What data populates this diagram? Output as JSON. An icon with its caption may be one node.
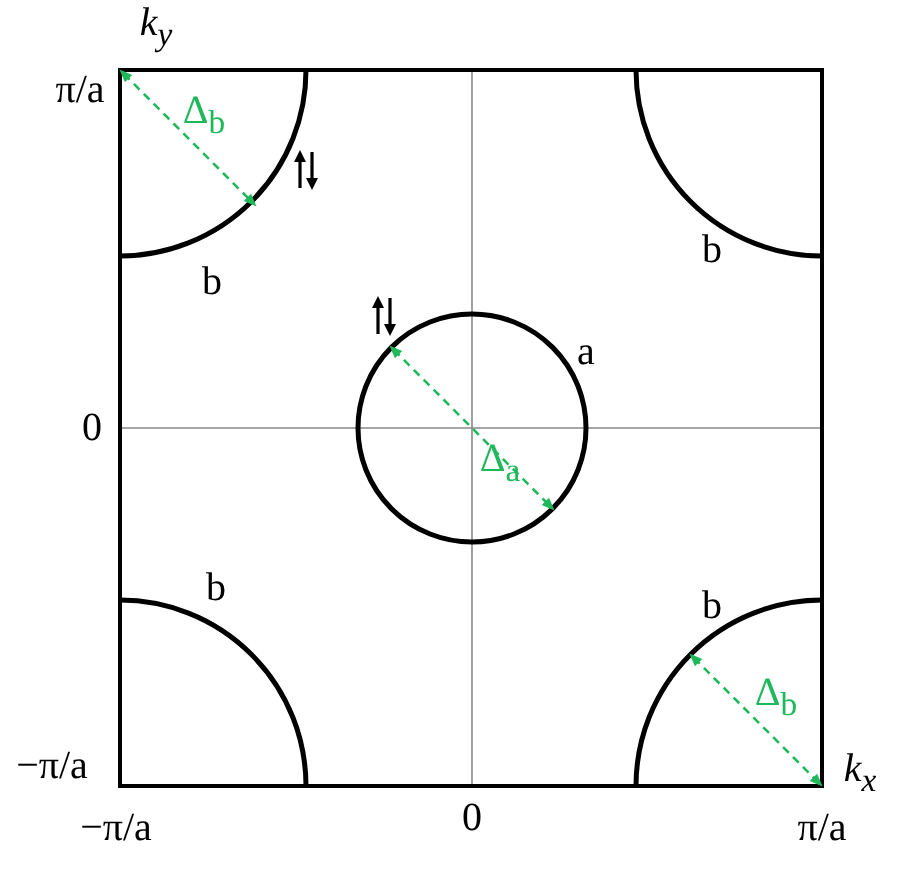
{
  "diagram": {
    "labels": [
      "k$_{y}$",
      "π/a",
      "Δ$_{b}$",
      "b",
      "b",
      "a",
      "Δ$_{a}$",
      "0",
      "b",
      "b",
      "Δ$_{b}$",
      "−π/a",
      "k$_{x}$",
      "−π/a",
      "0",
      "π/a"
    ]
  }
}
